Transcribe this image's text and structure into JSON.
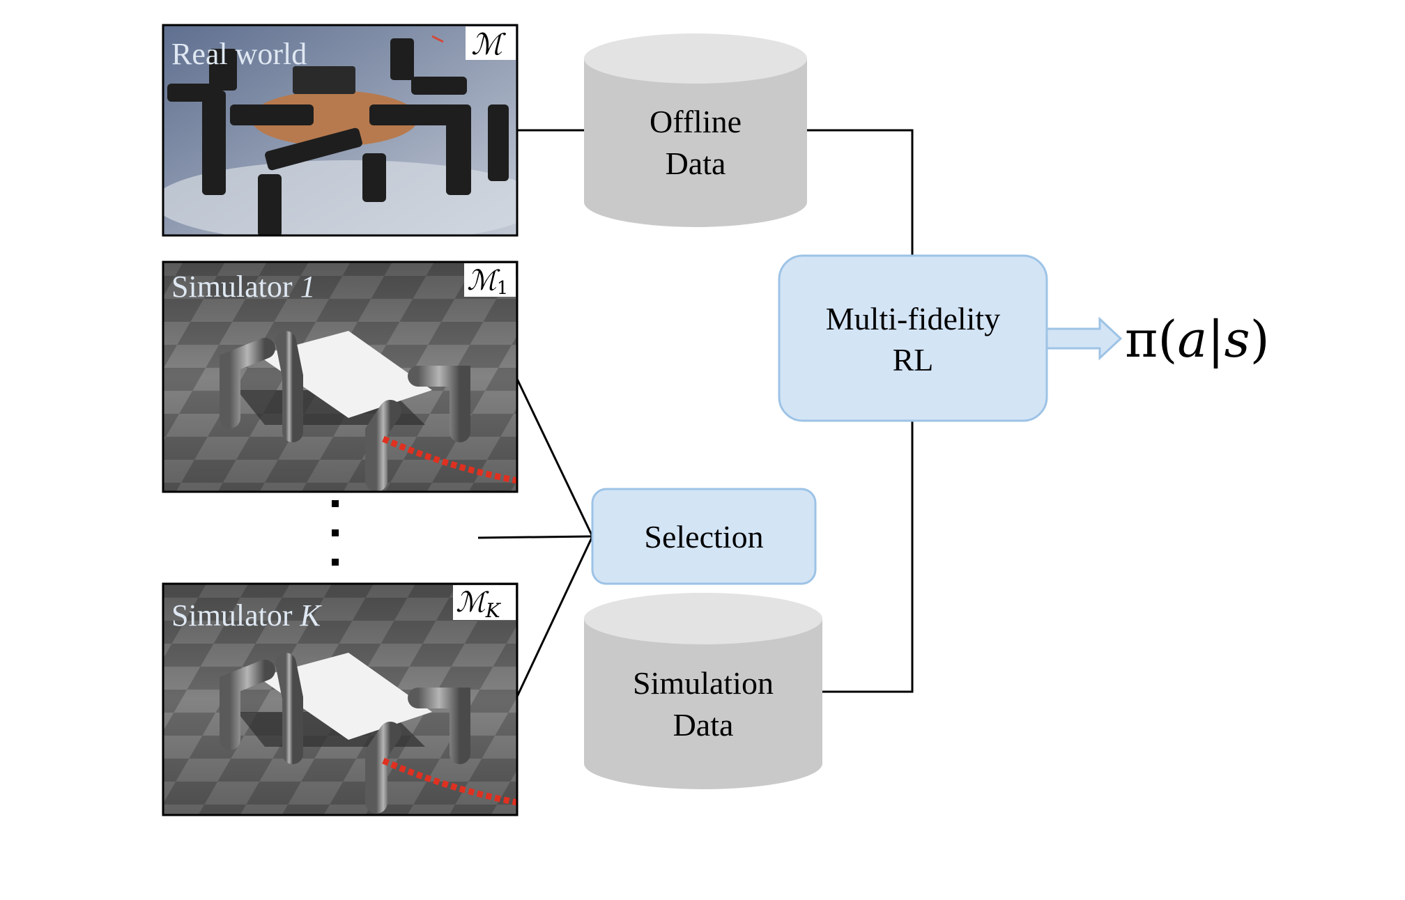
{
  "panels": {
    "real_world": {
      "label": "Real world",
      "model_badge": "ℳ",
      "model_sub": ""
    },
    "simulator_1": {
      "label_prefix": "Simulator ",
      "label_index": "1",
      "model_badge": "ℳ",
      "model_sub": "1"
    },
    "simulator_k": {
      "label_prefix": "Simulator ",
      "label_index": "K",
      "model_badge": "ℳ",
      "model_sub": "K"
    }
  },
  "databases": {
    "offline": {
      "line1": "Offline",
      "line2": "Data"
    },
    "simulation": {
      "line1": "Simulation",
      "line2": "Data"
    }
  },
  "boxes": {
    "selection": {
      "label": "Selection"
    },
    "multi_fidelity": {
      "line1": "Multi-fidelity",
      "line2": "RL"
    }
  },
  "output": {
    "pi": "π",
    "open": "(",
    "a": "a",
    "bar": "|",
    "s": "s",
    "close": ")"
  },
  "colors": {
    "box_fill": "#d3e4f5",
    "box_stroke": "#9dc3e6",
    "cylinder_fill": "#c9c9c9",
    "cylinder_top": "#e3e3e3",
    "arrow_fill": "#d3e4f5",
    "line": "#000000",
    "label_text": "#dfe8f2"
  }
}
